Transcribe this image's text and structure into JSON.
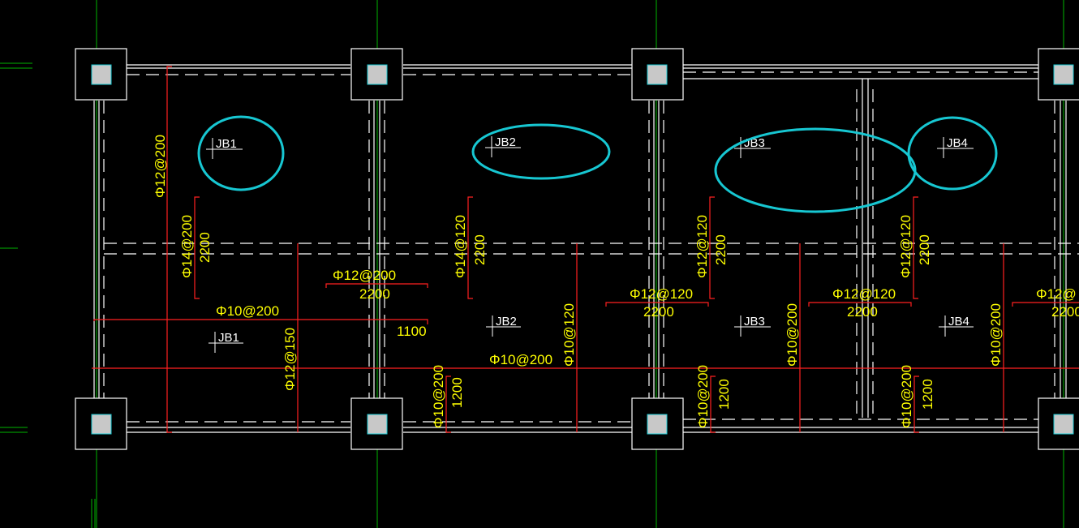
{
  "drawing": {
    "panel_labels": [
      {
        "id": "jb1-top",
        "text": "JB1",
        "circled": true
      },
      {
        "id": "jb2-top",
        "text": "JB2",
        "circled": true
      },
      {
        "id": "jb3-top",
        "text": "JB3",
        "circled": true
      },
      {
        "id": "jb4-top",
        "text": "JB4",
        "circled": true
      },
      {
        "id": "jb1-mid",
        "text": "JB1",
        "circled": false
      },
      {
        "id": "jb2-mid",
        "text": "JB2",
        "circled": false
      },
      {
        "id": "jb3-mid",
        "text": "JB3",
        "circled": false
      },
      {
        "id": "jb4-mid",
        "text": "JB4",
        "circled": false
      }
    ],
    "rebar_labels": [
      {
        "id": "r1",
        "text": "Φ12@200"
      },
      {
        "id": "r2",
        "text": "Φ14@200"
      },
      {
        "id": "r3",
        "text": "2200"
      },
      {
        "id": "r4",
        "text": "Φ12@200"
      },
      {
        "id": "r5",
        "text": "2200"
      },
      {
        "id": "r6",
        "text": "Φ10@200"
      },
      {
        "id": "r7",
        "text": "1100"
      },
      {
        "id": "r8",
        "text": "Φ12@150"
      },
      {
        "id": "r9",
        "text": "Φ14@120"
      },
      {
        "id": "r10",
        "text": "2200"
      },
      {
        "id": "r11",
        "text": "Φ10@200"
      },
      {
        "id": "r12",
        "text": "Φ10@200"
      },
      {
        "id": "r13",
        "text": "1200"
      },
      {
        "id": "r14",
        "text": "Φ10@120"
      },
      {
        "id": "r15",
        "text": "Φ12@120"
      },
      {
        "id": "r16",
        "text": "2200"
      },
      {
        "id": "r17",
        "text": "Φ12@120"
      },
      {
        "id": "r18",
        "text": "2200"
      },
      {
        "id": "r19",
        "text": "Φ10@200"
      },
      {
        "id": "r20",
        "text": "1200"
      },
      {
        "id": "r21",
        "text": "Φ10@200"
      },
      {
        "id": "r22",
        "text": "Φ12@120"
      },
      {
        "id": "r23",
        "text": "2200"
      },
      {
        "id": "r24",
        "text": "Φ12@120"
      },
      {
        "id": "r25",
        "text": "2200"
      },
      {
        "id": "r26",
        "text": "Φ10@200"
      },
      {
        "id": "r27",
        "text": "1200"
      },
      {
        "id": "r28",
        "text": "Φ10@200"
      },
      {
        "id": "r29",
        "text": "Φ12@"
      },
      {
        "id": "r30",
        "text": "2200"
      }
    ],
    "colors": {
      "background": "#000000",
      "beam_lines": "#ffffff",
      "rebar_lines": "#ff2020",
      "rebar_text": "#ffff00",
      "highlight_circles": "#17c7d2",
      "axis_lines": "#00c000",
      "column_core": "#c8c8c8"
    },
    "icon_names": [
      "column-icon",
      "highlight-ellipse-icon"
    ]
  }
}
